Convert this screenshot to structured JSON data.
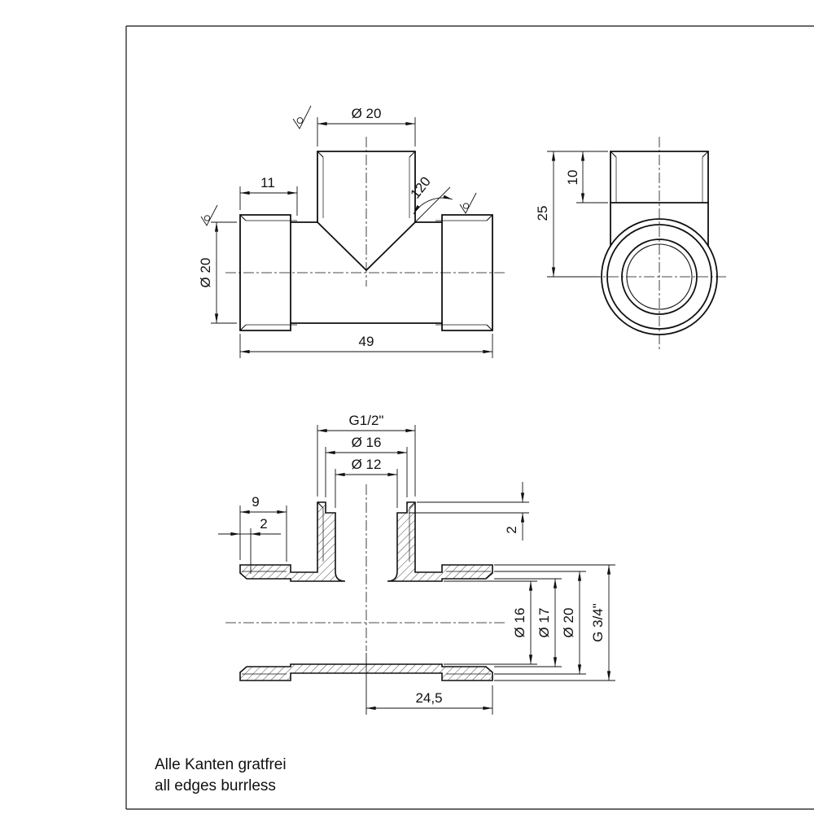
{
  "drawing": {
    "front_view": {
      "branch_od": "Ø 20",
      "thread_length": "11",
      "chamfer_angle": "120",
      "body_od": "Ø 20",
      "overall_length": "49"
    },
    "side_view": {
      "thread_length": "10",
      "center_height": "25"
    },
    "section_view": {
      "branch_thread": "G1/2\"",
      "branch_counterbore_dia": "Ø 16",
      "branch_bore_dia": "Ø 12",
      "thread_depth": "9",
      "counterbore_depth": "2",
      "branch_counterbore_depth": "2",
      "bore_dia": "Ø 16",
      "thread_minor_dia": "Ø 17",
      "thread_major_dia": "Ø 20",
      "end_thread": "G 3/4\"",
      "center_to_face": "24,5"
    },
    "notes": {
      "line1": "Alle Kanten gratfrei",
      "line2": "all edges burrless"
    }
  }
}
